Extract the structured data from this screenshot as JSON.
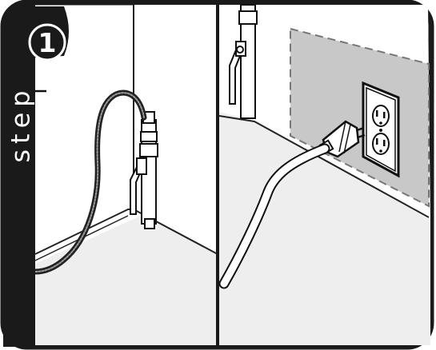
{
  "instruction_card": {
    "step_label": "step",
    "step_number": "1",
    "panels": [
      "gas-line-connection",
      "power-cord-plugged-in"
    ]
  },
  "colors": {
    "frame": "#1a1a1a",
    "wall": "#ffffff",
    "floor": "#eeeeee",
    "shaded_wall": "#c8c8c8",
    "outline": "#111111",
    "badge_text": "#ffffff"
  },
  "icons": [
    "gas-valve-icon",
    "flex-gas-hose-icon",
    "electrical-outlet-icon",
    "power-plug-icon",
    "power-cord-icon"
  ]
}
